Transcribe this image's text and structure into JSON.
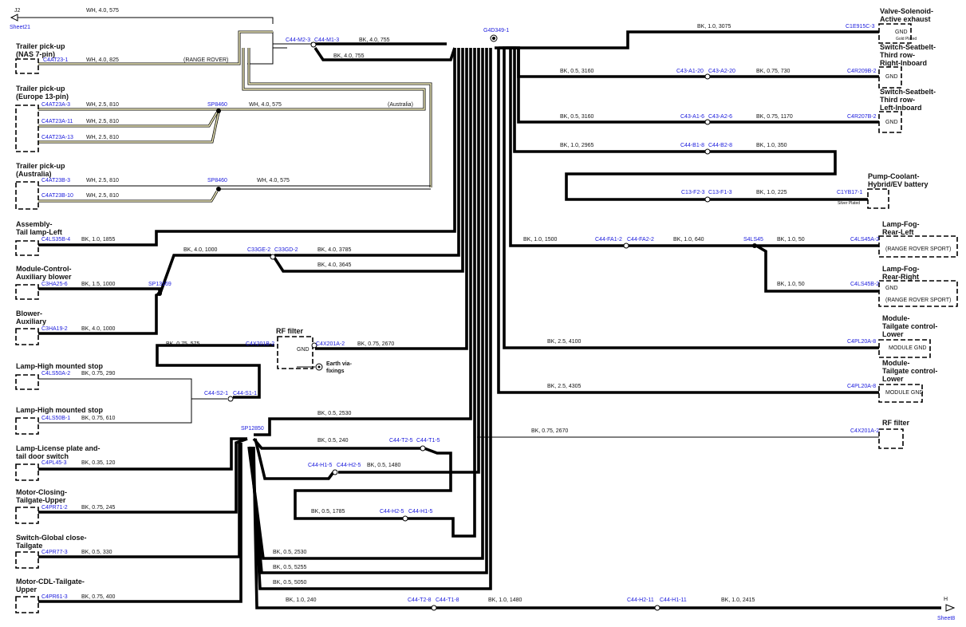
{
  "sheets": {
    "left_ref": "Sheet21",
    "left_pin": "J2",
    "right_ref": "Sheet8",
    "right_pin": "H"
  },
  "ground_point": "G4D349-1",
  "top_wire": "WH, 4.0, 575",
  "components": {
    "trailer_nas": "Trailer pick-up (NAS 7-pin)",
    "trailer_europe": "Trailer pick-up (Europe 13-pin)",
    "trailer_australia": "Trailer pick-up (Australia)",
    "tail_lamp_left": "Assembly- Tail lamp-Left",
    "aux_blower_module": "Module-Control- Auxiliary blower",
    "blower_aux": "Blower- Auxiliary",
    "rf_filter_center": "RF filter",
    "lamp_high_a": "Lamp-High mounted stop",
    "lamp_high_b": "Lamp-High mounted stop",
    "license_lamp": "Lamp-License plate and- tail door switch",
    "motor_closing": "Motor-Closing- Tailgate-Upper",
    "switch_global": "Switch-Global close- Tailgate",
    "motor_cdl": "Motor-CDL-Tailgate- Upper",
    "valve_solenoid": "Valve-Solenoid- Active exhaust",
    "seatbelt_right": "Switch-Seatbelt- Third row- Right-Inboard",
    "seatbelt_left": "Switch-Seatbelt- Third row- Left-Inboard",
    "pump_coolant": "Pump-Coolant- Hybrid/EV battery",
    "fog_left": "Lamp-Fog- Rear-Left",
    "fog_right": "Lamp-Fog- Rear-Right",
    "tailgate_lower_a": "Module- Tailgate control- Lower",
    "tailgate_lower_b": "Module- Tailgate control- Lower",
    "rf_filter_right": "RF filter"
  },
  "labels": {
    "range_rover": "(RANGE ROVER)",
    "australia": "(Australia)",
    "range_rover_sport": "(RANGE ROVER SPORT)",
    "gnd": "GND",
    "module_gnd": "MODULE GND",
    "gold_plated": "Gold Plated",
    "silver_plated": "Silver Plated",
    "earth_via": "Earth via- fixings"
  },
  "connectors": {
    "c44m2_3": "C44-M2-3",
    "c44m1_3": "C44-M1-3",
    "c4at23_1": "C4AT23-1",
    "c4at23a_3": "C4AT23A-3",
    "c4at23a_11": "C4AT23A-11",
    "c4at23a_13": "C4AT23A-13",
    "sp8460_a": "SP8460",
    "sp8460_b": "SP8460",
    "c4at23b_3": "C4AT23B-3",
    "c4at23b_10": "C4AT23B-10",
    "c4ls35b_4": "C4LS35B-4",
    "c33ge_2": "C33GE-2",
    "c33gd_2": "C33GD-2",
    "c3ha25_6": "C3HA25-6",
    "sp13169": "SP13169",
    "c3ha19_2": "C3HA19-2",
    "c4x201b_2": "C4X201B-2",
    "c4x201a_2": "C4X201A-2",
    "c4ls50a_2": "C4LS50A-2",
    "c4ls50b_1": "C4LS50B-1",
    "c44s2_1": "C44-S2-1",
    "c44s1_1": "C44-S1-1",
    "sp12850": "SP12850",
    "c44t2_5": "C44-T2-5",
    "c44t1_5": "C44-T1-5",
    "c44h1_5a": "C44-H1-5",
    "c44h2_5a": "C44-H2-5",
    "c44h2_5b": "C44-H2-5",
    "c44h1_5b": "C44-H1-5",
    "c4pl45_3": "C4PL45-3",
    "c4pr71_2": "C4PR71-2",
    "c4pr77_3": "C4PR77-3",
    "c4pr61_3": "C4PR61-3",
    "c44t2_8": "C44-T2-8",
    "c44t1_8": "C44-T1-8",
    "c44h2_11": "C44-H2-11",
    "c44h1_11": "C44-H1-11",
    "c1e915c_3": "C1E915C-3",
    "c43a1_20": "C43-A1-20",
    "c43a2_20": "C43-A2-20",
    "c4r209b_2": "C4R209B-2",
    "c43a1_6": "C43-A1-6",
    "c43a2_6": "C43-A2-6",
    "c4r207b_2": "C4R207B-2",
    "c44b1_8": "C44-B1-8",
    "c44b2_8": "C44-B2-8",
    "c13f2_3": "C13-F2-3",
    "c13f1_3": "C13-F1-3",
    "c1yb17_1": "C1YB17-1",
    "c44fa1_2": "C44-FA1-2",
    "c44fa2_2": "C44-FA2-2",
    "s4ls45": "S4LS45",
    "c4ls45a_2": "C4LS45A-2",
    "c4ls45b_2": "C4LS45B-2",
    "c4pl20a_8a": "C4PL20A-8",
    "c4pl20a_8b": "C4PL20A-8",
    "c4x201a_2r": "C4X201A-2"
  },
  "wires": {
    "top_bk": "BK, 4.0, 755",
    "top_bk2": "BK, 4.0, 755",
    "nas": "WH, 4.0, 825",
    "eu_3": "WH, 2.5, 810",
    "eu_11": "WH, 2.5, 810",
    "eu_13": "WH, 2.5, 810",
    "eu_main": "WH, 4.0, 575",
    "au_3": "WH, 2.5, 810",
    "au_10": "WH, 2.5, 810",
    "au_main": "WH, 4.0, 575",
    "tail": "BK, 1.0, 1855",
    "ge_left": "BK, 4.0, 1000",
    "gd_right": "BK, 4.0, 3785",
    "gd_low": "BK, 4.0, 3645",
    "blower_mod": "BK, 1.5, 1000",
    "blower_aux": "BK, 4.0, 1000",
    "rf_left": "BK, 0.75, 575",
    "rf_right": "BK, 0.75, 2670",
    "hms_a": "BK, 0.75, 290",
    "hms_b": "BK, 0.75, 610",
    "sp_top": "BK, 0.5, 2530",
    "license": "BK, 0.35, 120",
    "t_left": "BK, 0.5, 240",
    "h_right": "BK, 0.5, 1480",
    "h2_left": "BK, 0.5, 1785",
    "closing": "BK, 0.75, 245",
    "global": "BK, 0.5, 330",
    "cdl": "BK, 0.75, 400",
    "b1": "BK, 0.5, 2530",
    "b2": "BK, 0.5, 5255",
    "b3": "BK, 0.5, 5050",
    "bot_a": "BK, 1.0, 240",
    "bot_b": "BK, 1.0, 1480",
    "bot_c": "BK, 1.0, 2415",
    "valve": "BK, 1.0, 3075",
    "sb_r1": "BK, 0.5, 3160",
    "sb_r2": "BK, 0.75, 730",
    "sb_l1": "BK, 0.5, 3160",
    "sb_l2": "BK, 0.75, 1170",
    "pump1": "BK, 1.0, 2965",
    "pump2": "BK, 1.0, 350",
    "pump3": "BK, 1.0, 225",
    "fog1": "BK, 1.0, 1500",
    "fog2": "BK, 1.0, 640",
    "fog3": "BK, 1.0, 50",
    "fog4": "BK, 1.0, 50",
    "tg_a": "BK, 2.5, 4100",
    "tg_b": "BK, 2.5, 4305",
    "rf_far": "BK, 0.75, 2670"
  },
  "colors": {
    "wire": "#000000",
    "connector_text": "#1a1adc",
    "wh_wire_fill": "#f7f2c0"
  }
}
